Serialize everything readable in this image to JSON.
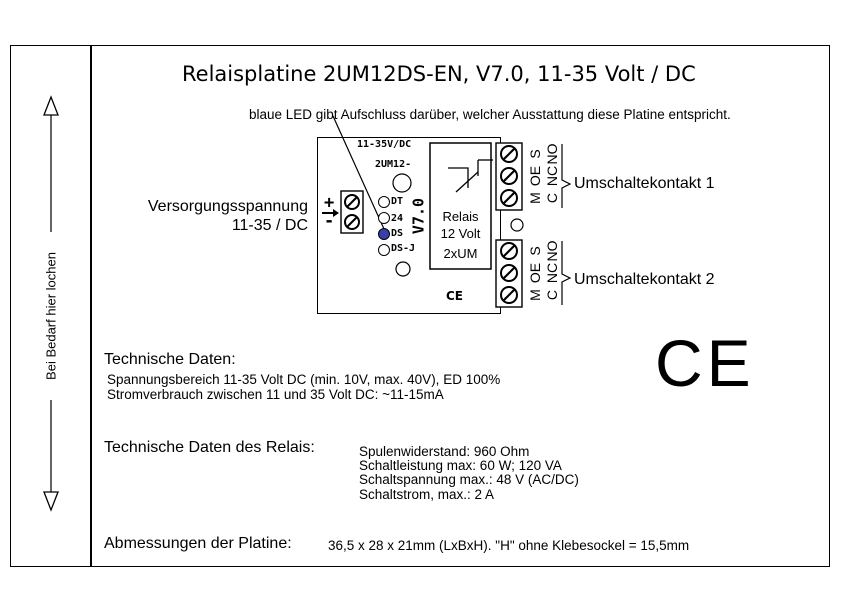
{
  "title": "Relaisplatine 2UM12DS-EN, V7.0, 11-35 Volt / DC",
  "side_label": "Bei Bedarf hier lochen",
  "led_note": "blaue LED gibt Aufschluss darüber, welcher Ausstattung diese Platine entspricht.",
  "supply": {
    "line1": "Versorgungsspannung",
    "line2": "11-35 / DC"
  },
  "board": {
    "voltage": "11-35V/DC",
    "model": "2UM12-",
    "version": "V7.0",
    "leds": [
      "DT",
      "24",
      "DS",
      "DS-J"
    ],
    "led_colors": {
      "active": "#3a3fa8",
      "inactive": "#ffffff"
    },
    "relay": [
      "Relais",
      "12 Volt",
      "2xUM"
    ],
    "ce": "CE",
    "polarity_plus": "+",
    "polarity_minus": "-"
  },
  "contacts": {
    "terminal_letters": [
      "S",
      "OE",
      "M"
    ],
    "contact_letters": [
      "NO",
      "NC",
      "C"
    ],
    "k1": "Umschaltekontakt 1",
    "k2": "Umschaltekontakt 2"
  },
  "ce_mark": "CE",
  "tech": {
    "heading": "Technische Daten:",
    "line1": "Spannungsbereich 11-35 Volt DC (min. 10V, max. 40V), ED 100%",
    "line2": "Stromverbrauch zwischen 11 und 35 Volt DC: ~11-15mA"
  },
  "relay_tech": {
    "heading": "Technische Daten des Relais:",
    "lines": [
      "Spulenwiderstand: 960 Ohm",
      "Schaltleistung max: 60 W; 120 VA",
      "Schaltspannung max.: 48 V (AC/DC)",
      "Schaltstrom, max.: 2 A"
    ]
  },
  "dimensions": {
    "label": "Abmessungen der Platine:",
    "value": "36,5 x 28 x 21mm (LxBxH). \"H\" ohne Klebesockel = 15,5mm"
  }
}
